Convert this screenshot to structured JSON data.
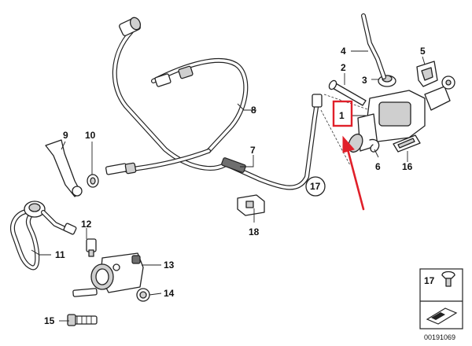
{
  "labels": {
    "p1": "1",
    "p2": "2",
    "p3": "3",
    "p4": "4",
    "p5": "5",
    "p6": "6",
    "p7": "7",
    "p8": "8",
    "p9": "9",
    "p10": "10",
    "p11": "11",
    "p12": "12",
    "p13": "13",
    "p14": "14",
    "p15": "15",
    "p16": "16",
    "p17": "17",
    "p18": "18"
  },
  "legend": {
    "number": "17"
  },
  "catalog_number": "00191069",
  "colors": {
    "highlight": "#e0202a",
    "line": "#222222"
  }
}
